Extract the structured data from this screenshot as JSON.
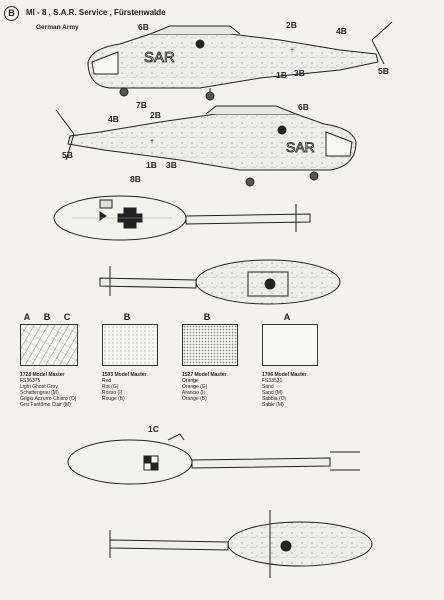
{
  "header": {
    "badge": "B",
    "title": "MI - 8 , S.A.R. Service , Fürstenwalde",
    "subtitle": "German Army"
  },
  "markings": {
    "sar_text": "SAR"
  },
  "callouts": {
    "side1": [
      "6B",
      "2B",
      "4B",
      "1B",
      "3B",
      "5B",
      "7B"
    ],
    "side2": [
      "4B",
      "2B",
      "6B",
      "5B",
      "1B",
      "3B"
    ],
    "top": [
      "8B"
    ],
    "bottom": [
      "1C"
    ]
  },
  "swatch_headers": [
    "A",
    "B",
    "C",
    "B",
    "B",
    "A"
  ],
  "paints": [
    {
      "heading": "1728 Model Master",
      "lines": [
        "FS36375",
        "Light Ghost Grey",
        "Schattengrau (M)",
        "Grigio Azzurro Chiaro (O)",
        "Gris Fantôme Clair (M)"
      ]
    },
    {
      "heading": "1503 Model Master",
      "lines": [
        "Red",
        "Rot (G)",
        "Rosso (I)",
        "Rouge (B)"
      ]
    },
    {
      "heading": "1527 Model Master",
      "lines": [
        "Orange",
        "Orange (G)",
        "Arancio (I)",
        "Orange (B)"
      ]
    },
    {
      "heading": "1706 Model Master",
      "lines": [
        "FS33531",
        "Sand",
        "Sand (M)",
        "Sabbia (O)",
        "Sable (M)"
      ]
    }
  ]
}
